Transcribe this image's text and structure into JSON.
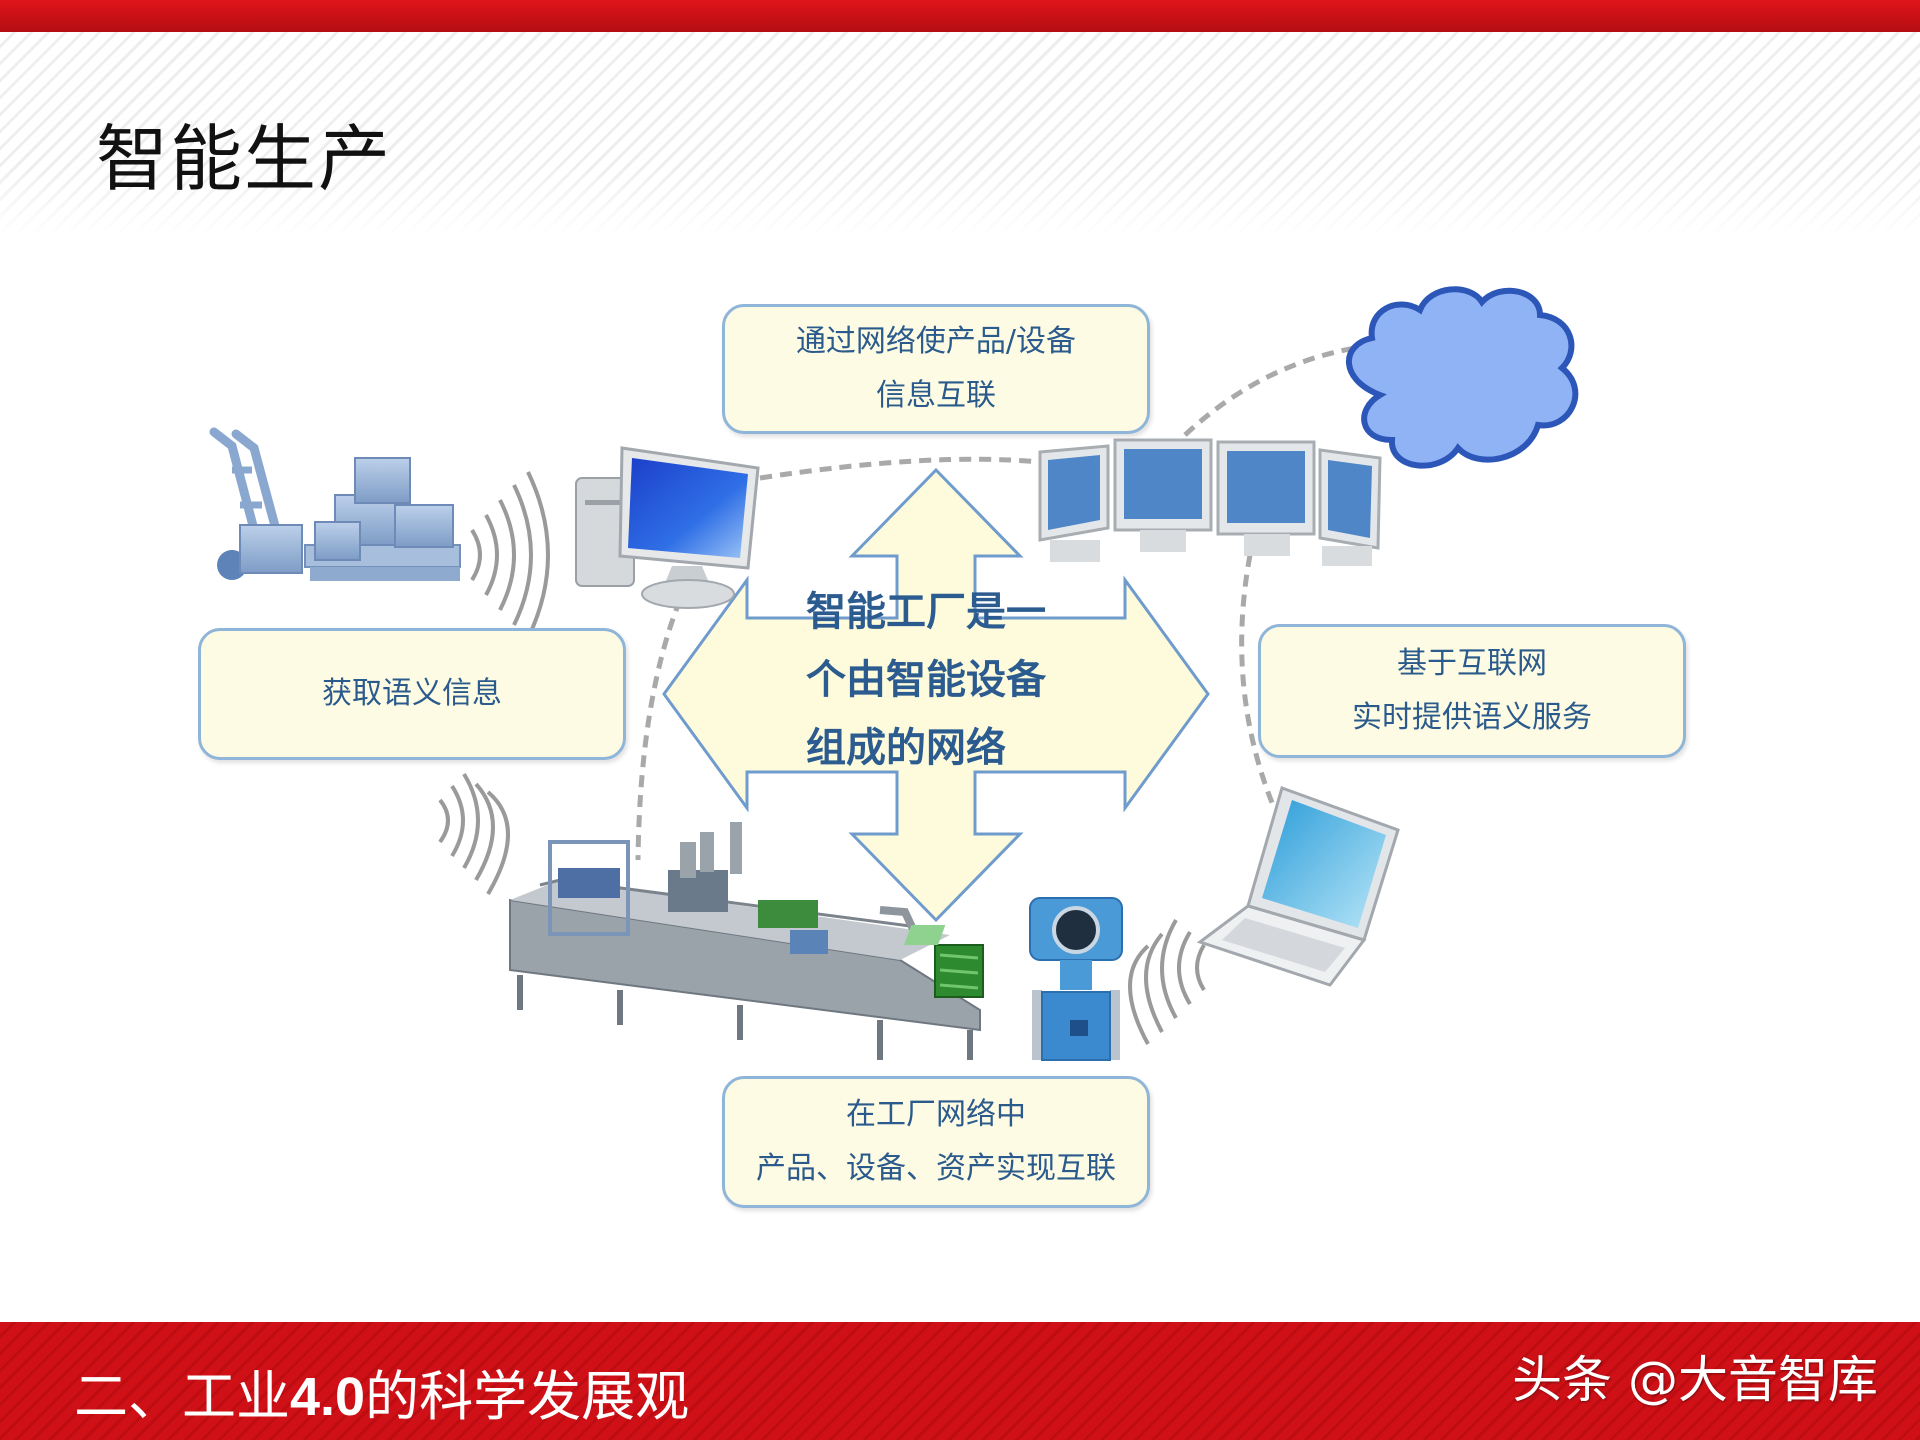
{
  "slide": {
    "title": "智能生产",
    "footer": {
      "prefix": "二、工业",
      "number": "4.0",
      "suffix": "的科学发展观"
    },
    "watermark": "头条 @大音智库"
  },
  "diagram": {
    "center": {
      "lines": [
        "智能工厂是一",
        "个由智能设备",
        "组成的网络"
      ]
    },
    "boxes": {
      "top": [
        "通过网络使产品/设备",
        "信息互联"
      ],
      "left": [
        "获取语义信息"
      ],
      "right": [
        "基于互联网",
        "实时提供语义服务"
      ],
      "bottom": [
        "在工厂网络中",
        "产品、设备、资产实现互联"
      ]
    },
    "icons": [
      "hand-truck-boxes-icon",
      "desktop-computer-icon",
      "monitor-array-icon",
      "cloud-icon",
      "production-line-icon",
      "flowmeter-icon",
      "laptop-icon",
      "wireless-signal-icon"
    ],
    "colors": {
      "box_border": "#8fb5d8",
      "box_fill": "#fefbe4",
      "text": "#2a5b8c",
      "arrow_fill": "#fdfbdc",
      "arrow_stroke": "#6f9ccc",
      "cloud": "#8fb3f5",
      "header_red": "#d0131a"
    }
  }
}
